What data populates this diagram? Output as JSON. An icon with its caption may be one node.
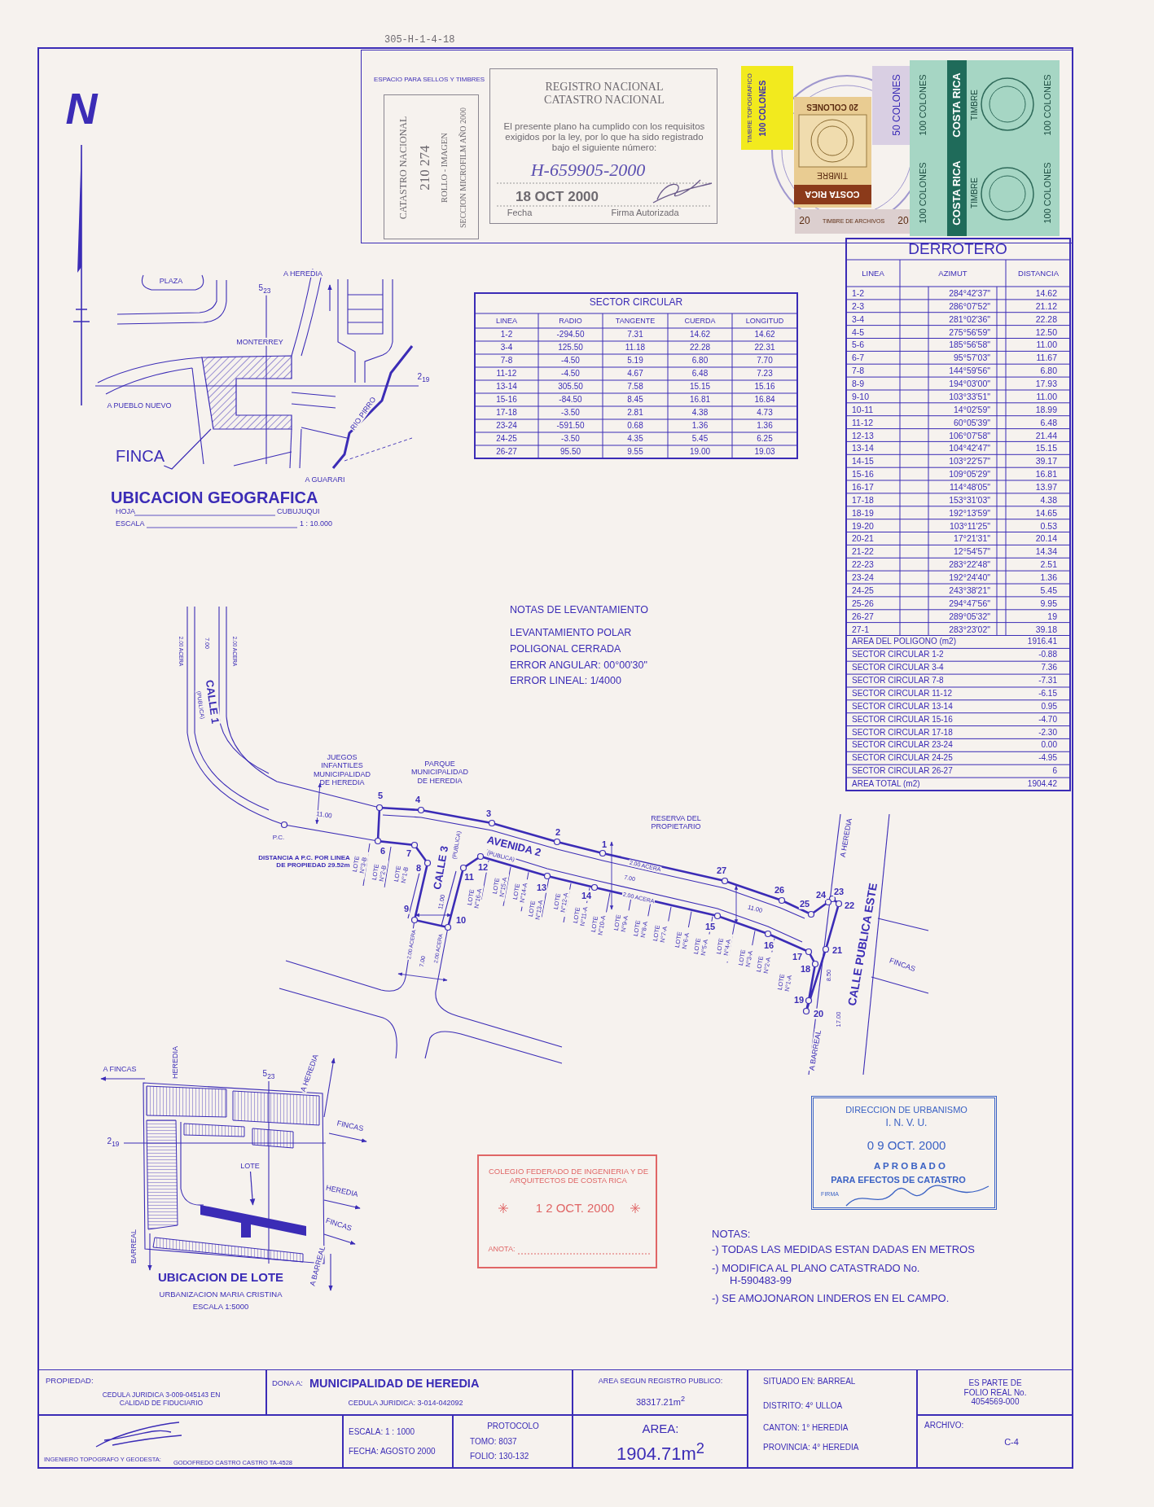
{
  "diagram": {
    "nodes": [
      {
        "text": [
          "ESPACIO PARA SELLOS Y TIMBRES"
        ]
      },
      {
        "text": [
          "CATASTRO NACIONAL",
          "210 274",
          "ROLLO - IMAGEN",
          "SECCION MICROFILM AÑO 2000"
        ],
        "in": 0
      },
      {
        "text": [
          "REGISTRO NACIONAL CATASTRO NACIONAL",
          "El presente plano ha cumplido con los requisitos exigidos por la ley, por lo que ha sido registrado bajo el siguiente número:",
          "H-659905-2000",
          "18 OCT 2000",
          "Fecha",
          "Firma Autorizada"
        ],
        "in": 0
      },
      {
        "text": [
          "TIMBRE TOPOGRAFICO",
          "100 COLONES"
        ],
        "in": 0
      },
      {
        "text": [
          "50 COLONES"
        ],
        "in": 0
      },
      {
        "text": [
          "20 COLONES",
          "TIMBRE",
          "COSTA RICA"
        ],
        "in": 0
      },
      {
        "text": [
          "20",
          "TIMBRE DE ARCHIVOS",
          "20"
        ],
        "in": 0
      },
      {
        "text": [
          "100 COLONES",
          "COSTA RICA",
          "TIMBRE",
          "100 COLONES"
        ],
        "in": 0
      },
      {
        "text": [
          "100 COLONES",
          "COSTA RICA",
          "TIMBRE",
          "100 COLONES"
        ],
        "in": 0
      },
      {
        "text": [
          "FINCA"
        ]
      },
      {
        "text": [],
        "shape": "box"
      },
      {
        "text": [
          "LOTE"
        ]
      },
      {
        "text": [],
        "shape": "bar"
      },
      {
        "text": [
          "DIRECCION DE URBANISMO",
          "I. N. V. U.",
          "0 9 OCT. 2000",
          "A P R O B A D O",
          "PARA EFECTOS DE CATASTRO",
          "FIRMA"
        ]
      },
      {
        "text": [
          "COLEGIO FEDERADO DE INGENIERIA Y DE ARQUITECTOS DE COSTA RICA",
          "1 2 OCT. 2000",
          "ANOTA:"
        ]
      },
      {
        "text": [
          "PROPIEDAD:",
          "CEDULA JURIDICA 3-009-045143 EN CALIDAD DE FIDUCIARIO"
        ]
      },
      {
        "text": [
          "DONA A:",
          "MUNICIPALIDAD DE HEREDIA",
          "CEDULA JURIDICA: 3-014-042092"
        ]
      },
      {
        "text": [
          "AREA SEGUN REGISTRO PUBLICO:",
          "38317.21m$^{2}$"
        ]
      },
      {
        "text": [
          "SITUADO EN: BARREAL",
          "DISTRITO: 4° ULLOA",
          "CANTON: 1° HEREDIA",
          "PROVINCIA: 4° HEREDIA"
        ]
      },
      {
        "text": [
          "ES PARTE DE FOLIO REAL No. 4054569-000"
        ]
      },
      {
        "text": [
          "INGENIERO TOPOGRAFO Y GEODESTA:",
          "GODOFREDO CASTRO CASTRO TA-4528"
        ]
      },
      {
        "text": [
          "ESCALA: 1 : 1000",
          "FECHA: AGOSTO 2000"
        ]
      },
      {
        "text": [
          "PROTOCOLO",
          "TOMO: 8037",
          "FOLIO: 130-132"
        ]
      },
      {
        "text": [
          "AREA:",
          "1904.71m$^{2}$"
        ]
      },
      {
        "text": [
          "ARCHIVO:",
          "C-4"
        ]
      }
    ],
    "edges": [
      {
        "from": 9,
        "to": 10,
        "arrow": "none"
      },
      {
        "from": 11,
        "to": 12,
        "arrow": "to"
      }
    ],
    "labels": [
      "305-H-1-4-18",
      "N",
      "PLAZA",
      "A HEREDIA",
      "5$_{23}$",
      "MONTERREY",
      "A PUEBLO NUEVO",
      "2$_{19}$",
      "RIO PIRRO",
      "A GUARARI",
      "UBICACION GEOGRAFICA",
      "HOJA",
      "CUBUJUQUI",
      "ESCALA",
      "1 : 10.000",
      "SECTOR CIRCULAR",
      "LINEA",
      "RADIO",
      "TANGENTE",
      "CUERDA",
      "LONGITUD",
      "1-2",
      "-294.50",
      "7.31",
      "14.62",
      "14.62",
      "3-4",
      "125.50",
      "11.18",
      "22.28",
      "22.31",
      "7-8",
      "-4.50",
      "5.19",
      "6.80",
      "7.70",
      "11-12",
      "-4.50",
      "4.67",
      "6.48",
      "7.23",
      "13-14",
      "305.50",
      "7.58",
      "15.15",
      "15.16",
      "15-16",
      "-84.50",
      "8.45",
      "16.81",
      "16.84",
      "17-18",
      "-3.50",
      "2.81",
      "4.38",
      "4.73",
      "23-24",
      "-591.50",
      "0.68",
      "1.36",
      "1.36",
      "24-25",
      "-3.50",
      "4.35",
      "5.45",
      "6.25",
      "26-27",
      "95.50",
      "9.55",
      "19.00",
      "19.03",
      "DERROTERO",
      "LINEA",
      "AZIMUT",
      "DISTANCIA",
      "1-2",
      "284°42'37\"",
      "14.62",
      "2-3",
      "286°07'52\"",
      "21.12",
      "3-4",
      "281°02'36\"",
      "22.28",
      "4-5",
      "275°56'59\"",
      "12.50",
      "5-6",
      "185°56'58\"",
      "11.00",
      "6-7",
      "95°57'03\"",
      "11.67",
      "7-8",
      "144°59'56\"",
      "6.80",
      "8-9",
      "194°03'00\"",
      "17.93",
      "9-10",
      "103°33'51\"",
      "11.00",
      "10-11",
      "14°02'59\"",
      "18.99",
      "11-12",
      "60°05'39\"",
      "6.48",
      "12-13",
      "106°07'58\"",
      "21.44",
      "13-14",
      "104°42'47\"",
      "15.15",
      "14-15",
      "103°22'57\"",
      "39.17",
      "15-16",
      "109°05'29\"",
      "16.81",
      "16-17",
      "114°48'05\"",
      "13.97",
      "17-18",
      "153°31'03\"",
      "4.38",
      "18-19",
      "192°13'59\"",
      "14.65",
      "19-20",
      "103°11'25\"",
      "0.53",
      "20-21",
      "17°21'31\"",
      "20.14",
      "21-22",
      "12°54'57\"",
      "14.34",
      "22-23",
      "283°22'48\"",
      "2.51",
      "23-24",
      "192°24'40\"",
      "1.36",
      "24-25",
      "243°38'21\"",
      "5.45",
      "25-26",
      "294°47'56\"",
      "9.95",
      "26-27",
      "289°05'32\"",
      "19",
      "27-1",
      "283°23'02\"",
      "39.18",
      "AREA DEL POLIGONO (m2)",
      "1916.41",
      "SECTOR CIRCULAR 1-2",
      "-0.88",
      "SECTOR CIRCULAR 3-4",
      "7.36",
      "SECTOR CIRCULAR 7-8",
      "-7.31",
      "SECTOR CIRCULAR 11-12",
      "-6.15",
      "SECTOR CIRCULAR 13-14",
      "0.95",
      "SECTOR CIRCULAR 15-16",
      "-4.70",
      "SECTOR CIRCULAR 17-18",
      "-2.30",
      "SECTOR CIRCULAR 23-24",
      "0.00",
      "SECTOR CIRCULAR 24-25",
      "-4.95",
      "SECTOR CIRCULAR 26-27",
      "6",
      "AREA TOTAL (m2)",
      "1904.42",
      "NOTAS DE LEVANTAMIENTO",
      "LEVANTAMIENTO POLAR",
      "POLIGONAL CERRADA",
      "ERROR ANGULAR: 00°00'30\"",
      "ERROR LINEAL: 1/4000",
      "2.00 ACERA",
      "7.00",
      "2.00 ACERA",
      "CALLE 1",
      "(PUBLICA)",
      "JUEGOS INFANTILES MUNICIPALIDAD DE HEREDIA",
      "PARQUE MUNICIPALIDAD DE HEREDIA",
      "11.00",
      "P.C.",
      "DISTANCIA A P.C. POR LINEA DE PROPIEDAD 29.52m",
      "1",
      "2",
      "3",
      "4",
      "5",
      "6",
      "7",
      "8",
      "9",
      "10",
      "11",
      "12",
      "13",
      "14",
      "15",
      "16",
      "17",
      "18",
      "19",
      "20",
      "21",
      "22",
      "23",
      "24",
      "25",
      "26",
      "27",
      "AVENIDA 2",
      "(PUBLICA)",
      "CALLE 3",
      "(PUBLICA)",
      "11.00",
      "2.00 ACERA",
      "7.00",
      "2.00 ACERA",
      "RESERVA DEL PROPIETARIO",
      "11.00",
      "LOTE N°3-B",
      "LOTE N°2-B",
      "LOTE N°1-B",
      "LOTE N°16-A",
      "LOTE N°15-A",
      "LOTE N°14-A",
      "LOTE N°13-A",
      "LOTE N°12-A",
      "LOTE N°11-A",
      "LOTE N°10-A",
      "LOTE N°9-A",
      "LOTE N°8-A",
      "LOTE N°7-A",
      "LOTE N°6-A",
      "LOTE N°5-A",
      "LOTE N°4-A",
      "LOTE N°3-A",
      "LOTE N°2-A",
      "LOTE N°1-A",
      "2.00 ACERA",
      "7.00",
      "2.00 ACERA",
      "A HEREDIA",
      "CALLE PUBLICA ESTE",
      "FINCAS",
      "8.50",
      "17.00",
      "A BARREAL",
      "A FINCAS",
      "HEREDIA",
      "5$_{23}$",
      "A HEREDIA",
      "FINCAS",
      "2$_{19}$",
      "HEREDIA",
      "FINCAS",
      "BARREAL",
      "A BARREAL",
      "UBICACION DE LOTE",
      "URBANIZACION MARIA CRISTINA",
      "ESCALA 1:5000",
      "NOTAS:",
      "-) TODAS LAS MEDIDAS ESTAN DADAS EN METROS",
      "-) MODIFICA AL PLANO CATASTRADO No. H-590483-99",
      "-) SE AMOJONARON LINDEROS EN EL CAMPO."
    ]
  }
}
